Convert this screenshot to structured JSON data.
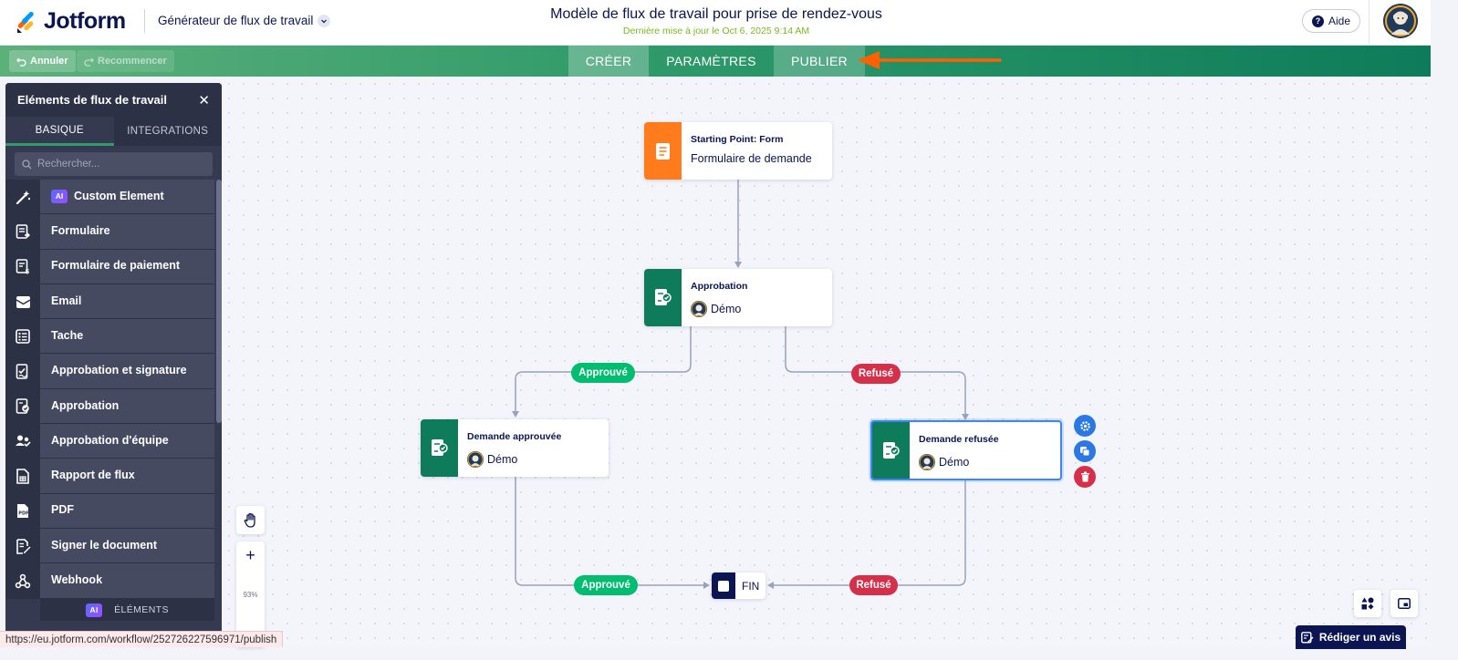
{
  "header": {
    "logo_text": "Jotform",
    "builder_label": "Générateur de flux de travail",
    "title": "Modèle de flux de travail pour prise de rendez-vous",
    "subtitle": "Dernière mise à jour le Oct 6, 2025 9:14 AM",
    "help_label": "Aide"
  },
  "toolbar": {
    "undo_label": "Annuler",
    "redo_label": "Recommencer",
    "tabs": [
      {
        "label": "CRÉER"
      },
      {
        "label": "PARAMÈTRES"
      },
      {
        "label": "PUBLIER"
      }
    ],
    "annotation_color": "#ff6100"
  },
  "sidebar": {
    "title": "Eléments de flux de travail",
    "tabs": [
      {
        "label": "BASIQUE",
        "active": true
      },
      {
        "label": "INTEGRATIONS",
        "active": false
      }
    ],
    "search_placeholder": "Rechercher...",
    "items": [
      {
        "label": "Custom Element",
        "icon": "magic-wand-icon",
        "badge": "AI"
      },
      {
        "label": "Formulaire",
        "icon": "form-icon"
      },
      {
        "label": "Formulaire de paiement",
        "icon": "payment-form-icon"
      },
      {
        "label": "Email",
        "icon": "email-icon"
      },
      {
        "label": "Tache",
        "icon": "task-list-icon"
      },
      {
        "label": "Approbation et signature",
        "icon": "approval-signature-icon"
      },
      {
        "label": "Approbation",
        "icon": "approval-icon"
      },
      {
        "label": "Approbation d'équipe",
        "icon": "team-approval-icon"
      },
      {
        "label": "Rapport de flux",
        "icon": "flow-report-icon"
      },
      {
        "label": "PDF",
        "icon": "pdf-icon"
      },
      {
        "label": "Signer le document",
        "icon": "sign-document-icon"
      },
      {
        "label": "Webhook",
        "icon": "webhook-icon"
      }
    ],
    "footer_badge": "AI",
    "footer_label": "ÉLÉMENTS"
  },
  "canvas": {
    "nodes": {
      "start": {
        "title": "Starting Point: Form",
        "sub": "Formulaire de demande",
        "color": "#ff7b1c"
      },
      "approval": {
        "title": "Approbation",
        "sub": "Démo",
        "color": "#0e7c5a"
      },
      "approved": {
        "title": "Demande approuvée",
        "sub": "Démo",
        "color": "#0e7c5a"
      },
      "rejected": {
        "title": "Demande refusée",
        "sub": "Démo",
        "color": "#0e7c5a"
      }
    },
    "labels": {
      "approved_1": "Approuvé",
      "rejected_1": "Refusé",
      "approved_2": "Approuvé",
      "rejected_2": "Refusé"
    },
    "end_label": "FIN",
    "zoom": "93%"
  },
  "review_label": "Rédiger un avis",
  "status_url": "https://eu.jotform.com/workflow/252726227596971/publish"
}
